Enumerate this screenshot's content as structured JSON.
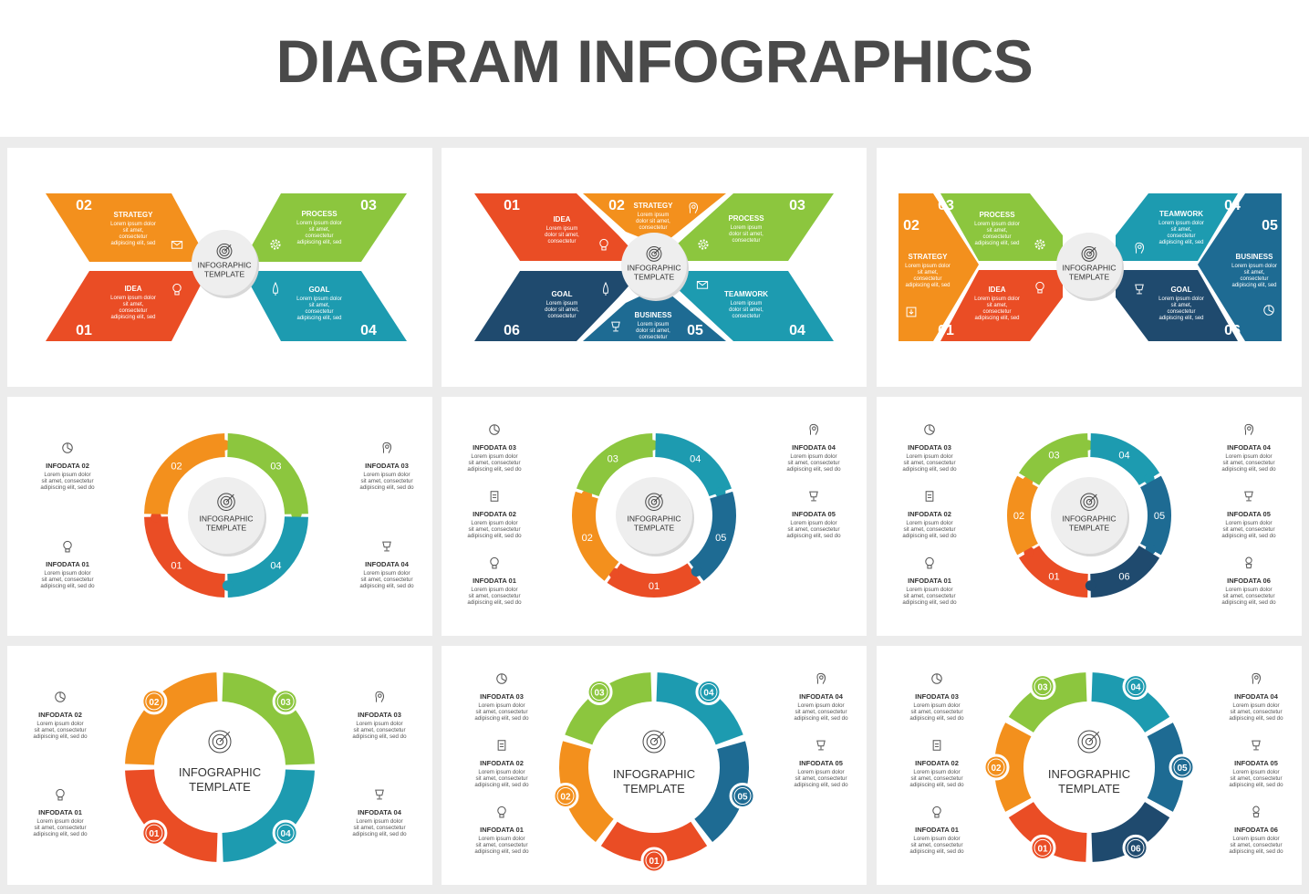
{
  "title": "DIAGRAM INFOGRAPHICS",
  "colors": {
    "red": "#ea4d25",
    "orange": "#f3901d",
    "green": "#8cc63e",
    "teal": "#1d9bb0",
    "blue": "#1e6b93",
    "navy": "#1f4a6e"
  },
  "center": {
    "line1": "INFOGRAPHIC",
    "line2": "TEMPLATE"
  },
  "lorem": [
    "Lorem ipsum dolor",
    "sit amet, consectetur",
    "adipiscing elit, sed do"
  ],
  "lorem_short": [
    "Lorem ipsum",
    "dolor sit amet,",
    "consectetur"
  ],
  "lorem_banner": [
    "Lorem ipsum dolor",
    "sit amet,",
    "consectetur",
    "adipiscing elit, sed"
  ],
  "numbers": [
    "01",
    "02",
    "03",
    "04",
    "05",
    "06"
  ],
  "infodata": [
    "INFODATA 01",
    "INFODATA 02",
    "INFODATA 03",
    "INFODATA 04",
    "INFODATA 05",
    "INFODATA 06"
  ],
  "arrow4": [
    {
      "num": "02",
      "title": "STRATEGY",
      "color": "orange",
      "icon": "money-envelope-icon"
    },
    {
      "num": "03",
      "title": "PROCESS",
      "color": "green",
      "icon": "gear-icon"
    },
    {
      "num": "01",
      "title": "IDEA",
      "color": "red",
      "icon": "lightbulb-icon"
    },
    {
      "num": "04",
      "title": "GOAL",
      "color": "teal",
      "icon": "rocket-icon"
    }
  ],
  "arrow6a": [
    {
      "num": "01",
      "title": "IDEA",
      "color": "red",
      "icon": "lightbulb-icon"
    },
    {
      "num": "02",
      "title": "STRATEGY",
      "color": "orange",
      "icon": "head-icon"
    },
    {
      "num": "03",
      "title": "PROCESS",
      "color": "green",
      "icon": "gear-icon"
    },
    {
      "num": "06",
      "title": "GOAL",
      "color": "navy",
      "icon": "rocket-icon"
    },
    {
      "num": "05",
      "title": "BUSINESS",
      "color": "blue",
      "icon": "trophy-icon"
    },
    {
      "num": "04",
      "title": "TEAMWORK",
      "color": "teal",
      "icon": "money-envelope-icon"
    }
  ],
  "arrow6b": [
    {
      "num": "03",
      "title": "PROCESS",
      "color": "green",
      "icon": "gear-icon"
    },
    {
      "num": "02",
      "title": "STRATEGY",
      "color": "orange",
      "icon": "download-icon"
    },
    {
      "num": "01",
      "title": "IDEA",
      "color": "red",
      "icon": "lightbulb-icon"
    },
    {
      "num": "04",
      "title": "TEAMWORK",
      "color": "teal",
      "icon": "head-icon"
    },
    {
      "num": "05",
      "title": "BUSINESS",
      "color": "blue",
      "icon": "chart-icon"
    },
    {
      "num": "06",
      "title": "GOAL",
      "color": "navy",
      "icon": "trophy-icon"
    }
  ],
  "ring_colors4": [
    "red",
    "orange",
    "green",
    "teal"
  ],
  "ring_colors5": [
    "red",
    "orange",
    "green",
    "teal",
    "blue"
  ],
  "ring_colors6": [
    "red",
    "orange",
    "green",
    "teal",
    "blue",
    "navy"
  ]
}
